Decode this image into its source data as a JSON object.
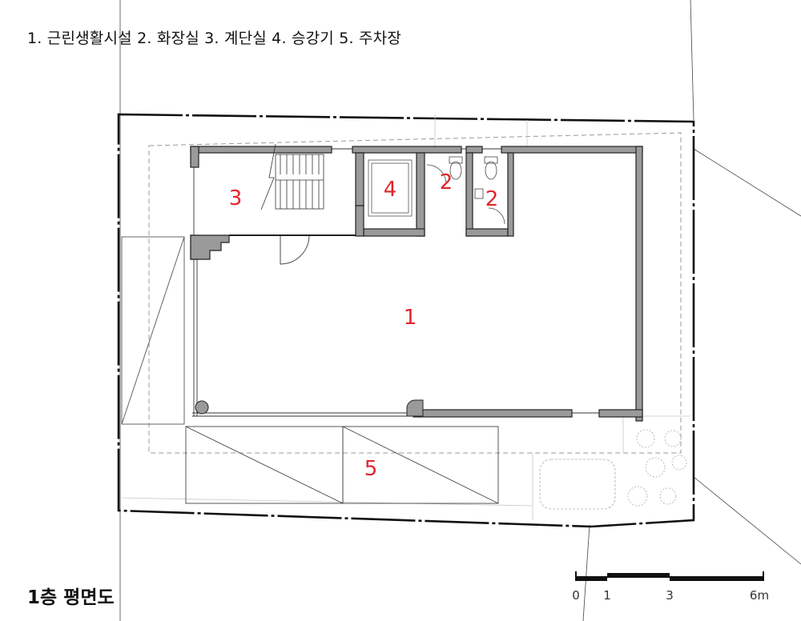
{
  "legend": "1. 근린생활시설  2. 화장실  3. 계단실  4. 승강기  5. 주차장",
  "title": "1층 평면도",
  "rooms": {
    "r1": "1",
    "r2a": "2",
    "r2b": "2",
    "r3": "3",
    "r4": "4",
    "r5": "5"
  },
  "scale_bar": {
    "labels": [
      "0",
      "1",
      "3",
      "6m"
    ]
  },
  "colors": {
    "room_label": "#e0262c",
    "wall_fill": "#9a9a9a",
    "line": "#222222"
  }
}
